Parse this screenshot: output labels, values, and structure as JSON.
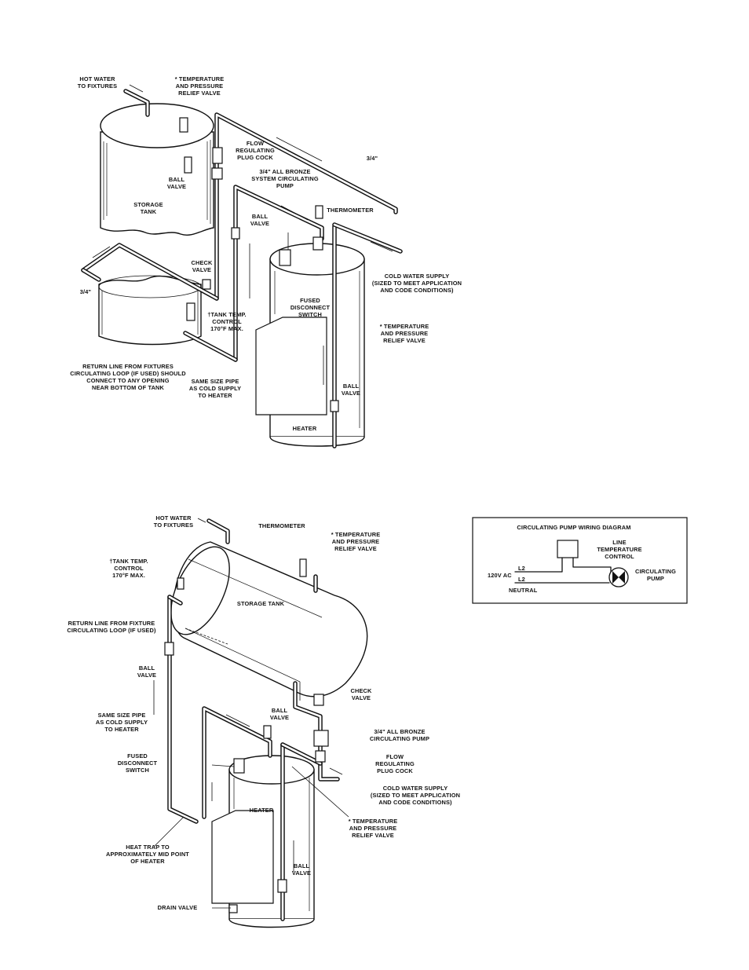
{
  "top_diagram": {
    "labels": {
      "hot_water": [
        "HOT WATER",
        "TO FIXTURES"
      ],
      "trv_storage": [
        "* TEMPERATURE",
        "AND PRESSURE",
        "RELIEF VALVE"
      ],
      "flow_cock": [
        "FLOW",
        "REGULATING",
        "PLUG COCK"
      ],
      "pipe_size_right": [
        "3/4\""
      ],
      "circ_pump": [
        "3/4\" ALL BRONZE",
        "SYSTEM CIRCULATING",
        "PUMP"
      ],
      "ball_valve_a": [
        "BALL",
        "VALVE"
      ],
      "storage_tank": [
        "STORAGE",
        "TANK"
      ],
      "thermometer": [
        "THERMOMETER"
      ],
      "ball_valve_b": [
        "BALL",
        "VALVE"
      ],
      "check_valve": [
        "CHECK",
        "VALVE"
      ],
      "cold_supply": [
        "COLD WATER SUPPLY",
        "(SIZED TO MEET APPLICATION",
        "AND CODE CONDITIONS)"
      ],
      "pipe_size_left": [
        "3/4\""
      ],
      "fused_switch": [
        "FUSED",
        "DISCONNECT",
        "SWITCH"
      ],
      "tank_temp": [
        "†TANK TEMP.",
        "CONTROL",
        "170°F MAX."
      ],
      "trv_heater": [
        "* TEMPERATURE",
        "AND PRESSURE",
        "RELIEF VALVE"
      ],
      "return_line": [
        "RETURN LINE FROM FIXTURES",
        "CIRCULATING LOOP (IF USED) SHOULD",
        "CONNECT TO ANY OPENING",
        "NEAR BOTTOM OF TANK"
      ],
      "same_size": [
        "SAME SIZE PIPE",
        "AS COLD SUPPLY",
        "TO HEATER"
      ],
      "ball_valve_c": [
        "BALL",
        "VALVE"
      ],
      "heater": [
        "HEATER"
      ]
    }
  },
  "bottom_diagram": {
    "labels": {
      "hot_water": [
        "HOT WATER",
        "TO FIXTURES"
      ],
      "thermometer": [
        "THERMOMETER"
      ],
      "trv_storage": [
        "* TEMPERATURE",
        "AND PRESSURE",
        "RELIEF VALVE"
      ],
      "tank_temp": [
        "†TANK TEMP.",
        "CONTROL",
        "170°F MAX."
      ],
      "storage_tank": [
        "STORAGE TANK"
      ],
      "return_line": [
        "RETURN LINE FROM FIXTURE",
        "CIRCULATING LOOP (IF USED)"
      ],
      "ball_valve_a": [
        "BALL",
        "VALVE"
      ],
      "check_valve": [
        "CHECK",
        "VALVE"
      ],
      "ball_valve_b": [
        "BALL",
        "VALVE"
      ],
      "same_size": [
        "SAME SIZE PIPE",
        "AS COLD SUPPLY",
        "TO HEATER"
      ],
      "circ_pump": [
        "3/4\" ALL BRONZE",
        "CIRCULATING PUMP"
      ],
      "fused_switch": [
        "FUSED",
        "DISCONNECT",
        "SWITCH"
      ],
      "flow_cock": [
        "FLOW",
        "REGULATING",
        "PLUG COCK"
      ],
      "cold_supply": [
        "COLD WATER SUPPLY",
        "(SIZED TO MEET APPLICATION",
        "AND CODE CONDITIONS)"
      ],
      "heater": [
        "HEATER"
      ],
      "trv_heater": [
        "* TEMPERATURE",
        "AND PRESSURE",
        "RELIEF VALVE"
      ],
      "heat_trap": [
        "HEAT TRAP TO",
        "APPROXIMATELY MID POINT",
        "OF HEATER"
      ],
      "ball_valve_c": [
        "BALL",
        "VALVE"
      ],
      "drain_valve": [
        "DRAIN VALVE"
      ]
    }
  },
  "wiring_diagram": {
    "title": "CIRCULATING PUMP WIRING DIAGRAM",
    "line_control": [
      "LINE",
      "TEMPERATURE",
      "CONTROL"
    ],
    "supply": "120V AC",
    "l2_top": "L2",
    "l2_bottom": "L2",
    "neutral": "NEUTRAL",
    "pump": [
      "CIRCULATING",
      "PUMP"
    ]
  }
}
